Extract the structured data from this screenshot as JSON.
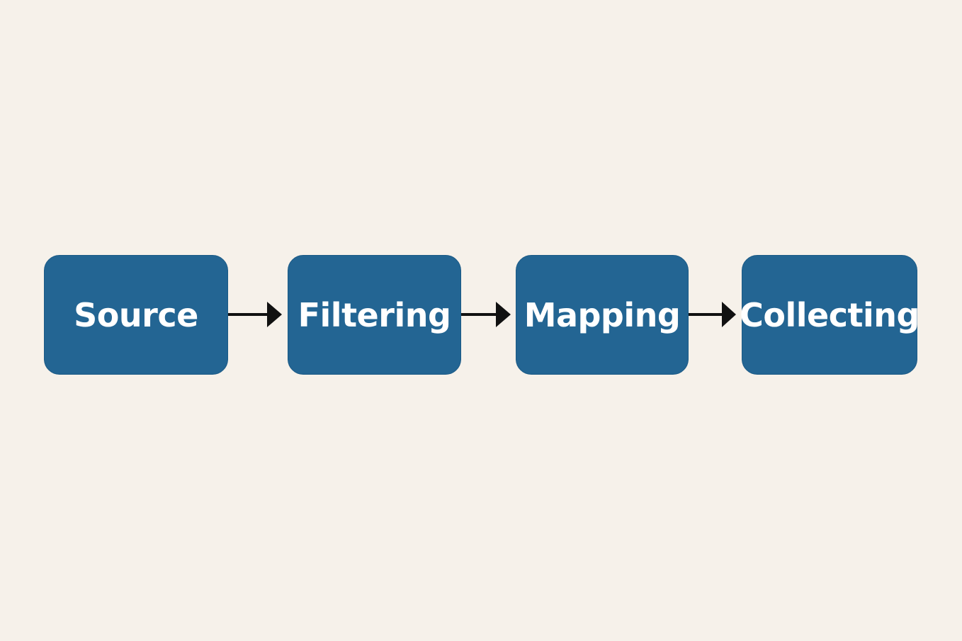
{
  "diagram": {
    "nodes": [
      {
        "label": "Source"
      },
      {
        "label": "Filtering"
      },
      {
        "label": "Mapping"
      },
      {
        "label": "Collecting"
      }
    ],
    "colors": {
      "background": "#f6f1ea",
      "node_fill": "#236593",
      "node_text": "#ffffff",
      "arrow": "#111111"
    }
  }
}
